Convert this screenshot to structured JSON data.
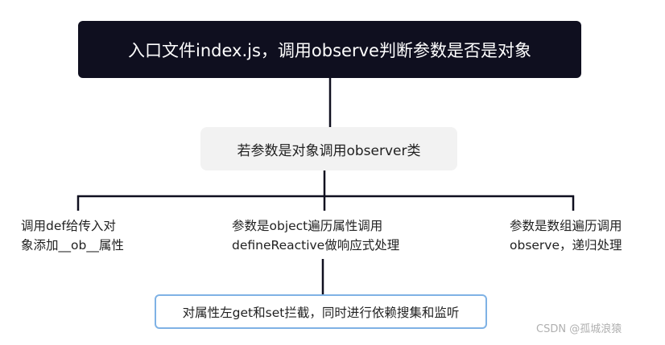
{
  "diagram": {
    "root": "入口文件index.js，调用observe判断参数是否是对象",
    "middle": "若参数是对象调用observer类",
    "leaves": [
      {
        "lines": [
          "调用def给传入对",
          "象添加__ob__属性"
        ]
      },
      {
        "lines": [
          "参数是object遍历属性调用",
          "defineReactive做响应式处理"
        ]
      },
      {
        "lines": [
          "参数是数组遍历调用",
          "observe，递归处理"
        ]
      }
    ],
    "bottom": "对属性左get和set拦截，同时进行依赖搜集和监听"
  },
  "watermark": "CSDN @孤城浪猿",
  "colors": {
    "root_bg": "#0f0f1f",
    "middle_bg": "#f2f2f2",
    "bottom_border": "#7fb2e5",
    "connector": "#0f0f1f"
  }
}
